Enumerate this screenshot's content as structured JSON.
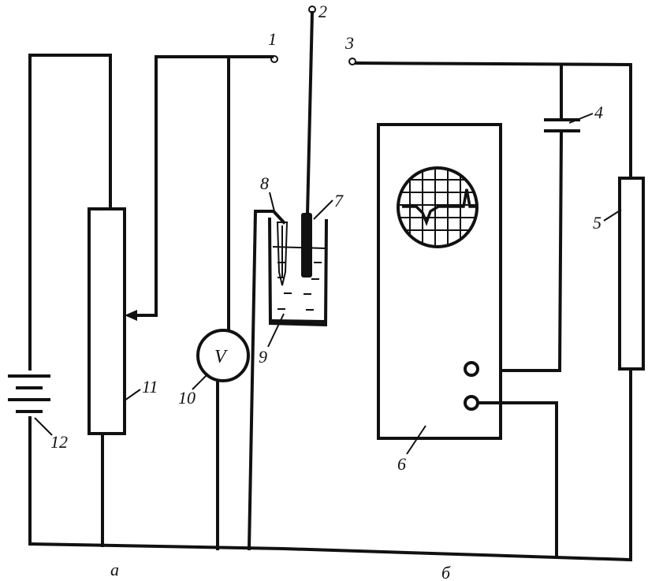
{
  "labels": {
    "terminal_1": "1",
    "terminal_2": "2",
    "terminal_3": "3",
    "capacitor": "4",
    "resistor": "5",
    "oscilloscope": "6",
    "electrode_7": "7",
    "electrode_8": "8",
    "electrolyte": "9",
    "voltmeter": "10",
    "potentiometer": "11",
    "battery": "12",
    "part_a": "a",
    "part_b": "б"
  },
  "voltmeter_symbol": "V"
}
